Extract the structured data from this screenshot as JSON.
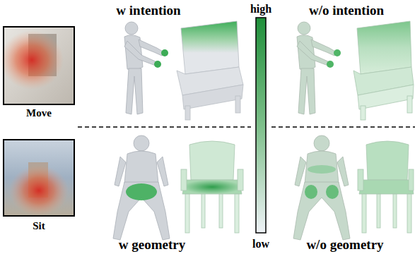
{
  "diagram": {
    "labels": [
      "w intention",
      "w/o intention",
      "high",
      "low",
      "Move",
      "Sit",
      "w geometry",
      "w/o geometry"
    ]
  }
}
